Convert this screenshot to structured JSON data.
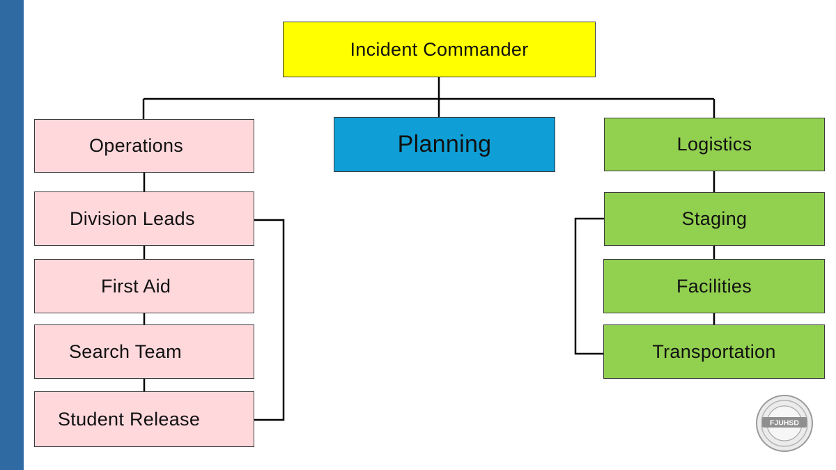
{
  "slide": {
    "accent_bar_color": "#2f6aa3"
  },
  "org_chart": {
    "commander": {
      "label": "Incident Commander",
      "color": "#ffff00"
    },
    "planning": {
      "label": "Planning",
      "color": "#0f9ed5"
    },
    "operations": {
      "label": "Operations",
      "color": "#ffd8dc",
      "units": [
        {
          "label": "Division Leads"
        },
        {
          "label": "First Aid"
        },
        {
          "label": "Search Team"
        },
        {
          "label": "Student Release"
        }
      ]
    },
    "logistics": {
      "label": "Logistics",
      "color": "#92d050",
      "units": [
        {
          "label": "Staging"
        },
        {
          "label": "Facilities"
        },
        {
          "label": "Transportation"
        }
      ]
    }
  },
  "logo": {
    "text": "FJUHSD",
    "icon": "district-seal-icon"
  }
}
